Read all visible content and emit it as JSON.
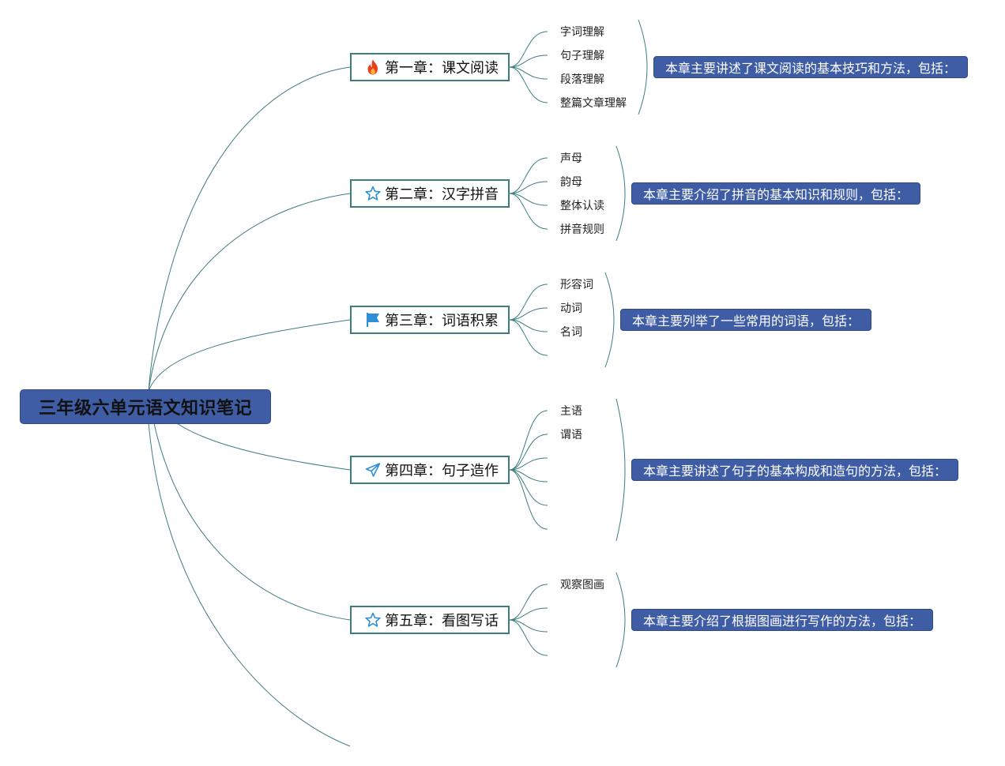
{
  "root": {
    "title": "三年级六单元语文知识笔记"
  },
  "chapters": [
    {
      "title": "第一章：课文阅读",
      "icon": "fire-icon",
      "icon_color": "#e8401c",
      "subtopics": [
        "字词理解",
        "句子理解",
        "段落理解",
        "整篇文章理解"
      ],
      "summary": "本章主要讲述了课文阅读的基本技巧和方法，包括："
    },
    {
      "title": "第二章：汉字拼音",
      "icon": "star-icon",
      "icon_color": "#2f8fd6",
      "subtopics": [
        "声母",
        "韵母",
        "整体认读",
        "拼音规则"
      ],
      "summary": "本章主要介绍了拼音的基本知识和规则，包括："
    },
    {
      "title": "第三章：词语积累",
      "icon": "flag-icon",
      "icon_color": "#2f8fd6",
      "subtopics": [
        "形容词",
        "动词",
        "名词"
      ],
      "summary": "本章主要列举了一些常用的词语，包括："
    },
    {
      "title": "第四章：句子造作",
      "icon": "paper-plane-icon",
      "icon_color": "#2f8fd6",
      "subtopics": [
        "主语",
        "谓语"
      ],
      "summary": "本章主要讲述了句子的基本构成和造句的方法，包括："
    },
    {
      "title": "第五章：看图写话",
      "icon": "star-icon",
      "icon_color": "#2f8fd6",
      "subtopics": [
        "观察图画"
      ],
      "summary": "本章主要介绍了根据图画进行写作的方法，包括："
    }
  ],
  "colors": {
    "line": "#3e7d7f",
    "accent": "#3f5da5"
  }
}
